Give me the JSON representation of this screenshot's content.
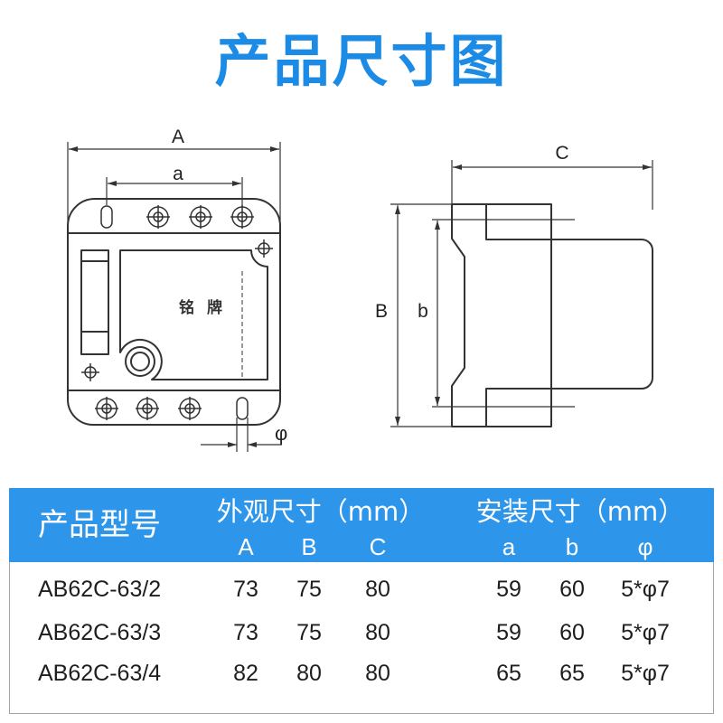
{
  "title": "产品尺寸图",
  "colors": {
    "accent": "#1B8BE5",
    "table_header": "#2D95EA",
    "drawing_line": "#333333"
  },
  "front_view": {
    "dim_A": "A",
    "dim_a": "a",
    "nameplate": "铭牌",
    "dim_phi": "φ"
  },
  "side_view": {
    "dim_C": "C",
    "dim_B": "B",
    "dim_b": "b"
  },
  "table": {
    "model_header": "产品型号",
    "appearance_header": "外观尺寸（mm）",
    "appearance_columns": [
      "A",
      "B",
      "C"
    ],
    "install_header": "安装尺寸（mm）",
    "install_columns": [
      "a",
      "b",
      "φ"
    ],
    "rows": [
      {
        "model": "AB62C-63/2",
        "A": 73,
        "B": 75,
        "C": 80,
        "a": 59,
        "b": 60,
        "phi": "5*φ7"
      },
      {
        "model": "AB62C-63/3",
        "A": 73,
        "B": 75,
        "C": 80,
        "a": 59,
        "b": 60,
        "phi": "5*φ7"
      },
      {
        "model": "AB62C-63/4",
        "A": 82,
        "B": 80,
        "C": 80,
        "a": 65,
        "b": 65,
        "phi": "5*φ7"
      }
    ]
  }
}
